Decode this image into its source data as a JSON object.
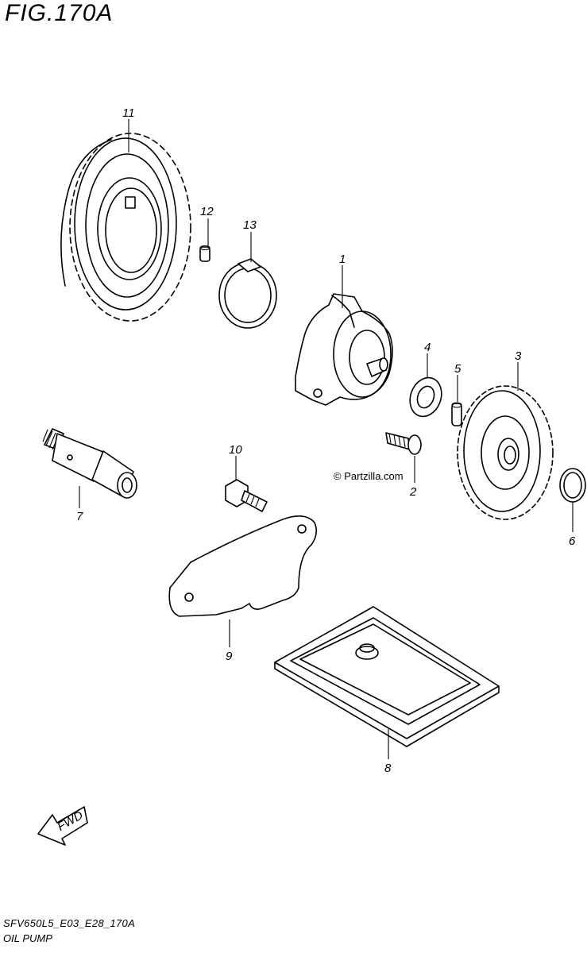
{
  "figure": {
    "title": "FIG.170A",
    "code": "SFV650L5_E03_E28_170A",
    "name": "OIL PUMP"
  },
  "watermark": "© Partzilla.com",
  "fwd_label": "FWD",
  "callouts": [
    {
      "id": "c11",
      "label": "11"
    },
    {
      "id": "c12",
      "label": "12"
    },
    {
      "id": "c13",
      "label": "13"
    },
    {
      "id": "c1",
      "label": "1"
    },
    {
      "id": "c4",
      "label": "4"
    },
    {
      "id": "c5",
      "label": "5"
    },
    {
      "id": "c3",
      "label": "3"
    },
    {
      "id": "c10",
      "label": "10"
    },
    {
      "id": "c2",
      "label": "2"
    },
    {
      "id": "c7",
      "label": "7"
    },
    {
      "id": "c6",
      "label": "6"
    },
    {
      "id": "c9",
      "label": "9"
    },
    {
      "id": "c8",
      "label": "8"
    }
  ]
}
